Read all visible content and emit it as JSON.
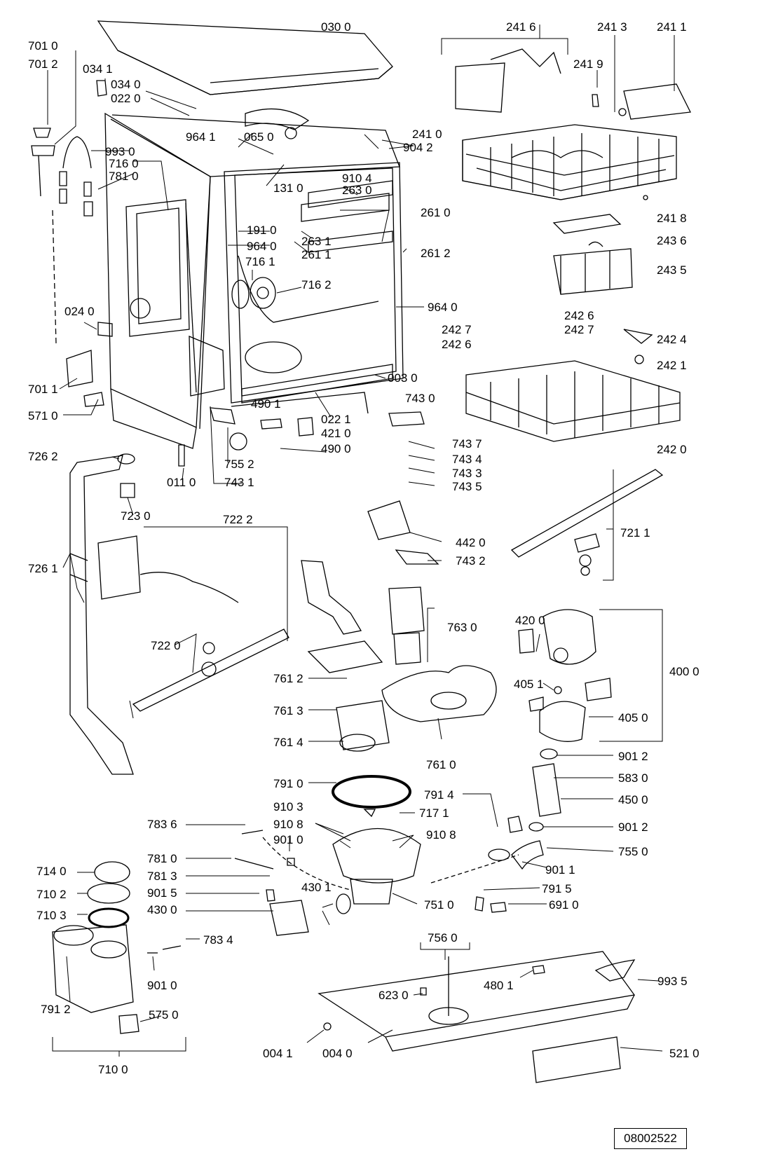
{
  "diagram": {
    "reference": "08002522",
    "labels": [
      "030 0",
      "241 6",
      "241 3",
      "241 1",
      "701 0",
      "701 2",
      "034 1",
      "034 0",
      "022 0",
      "241 9",
      "964 1",
      "065 0",
      "993 0",
      "904 2",
      "241 0",
      "910 4",
      "716 0",
      "781 0",
      "131 0",
      "263 0",
      "261 0",
      "241 8",
      "263 1",
      "261 1",
      "191 0",
      "964 0",
      "243 6",
      "261 2",
      "716 1",
      "716 2",
      "243 5",
      "964 0",
      "024 0",
      "242 6",
      "242 7",
      "242 7",
      "242 6",
      "242 4",
      "242 1",
      "003 0",
      "701 1",
      "490 1",
      "743 0",
      "022 1",
      "571 0",
      "421 0",
      "490 0",
      "743 7",
      "743 4",
      "743 3",
      "743 5",
      "755 2",
      "743 1",
      "242 0",
      "726 2",
      "011 0",
      "723 0",
      "722 2",
      "721 1",
      "442 0",
      "743 2",
      "726 1",
      "763 0",
      "420 0",
      "722 0",
      "400 0",
      "761 2",
      "405 1",
      "761 3",
      "405 0",
      "761 4",
      "761 0",
      "901 2",
      "791 0",
      "583 0",
      "791 4",
      "450 0",
      "910 3",
      "717 1",
      "910 8",
      "910 8",
      "901 2",
      "783 6",
      "901 0",
      "755 0",
      "781 0",
      "714 0",
      "781 3",
      "901 1",
      "710 2",
      "901 5",
      "430 1",
      "791 5",
      "430 0",
      "751 0",
      "691 0",
      "710 3",
      "756 0",
      "783 4",
      "480 1",
      "993 5",
      "901 0",
      "791 2",
      "623 0",
      "575 0",
      "004 1",
      "004 0",
      "521 0",
      "710 0"
    ]
  }
}
